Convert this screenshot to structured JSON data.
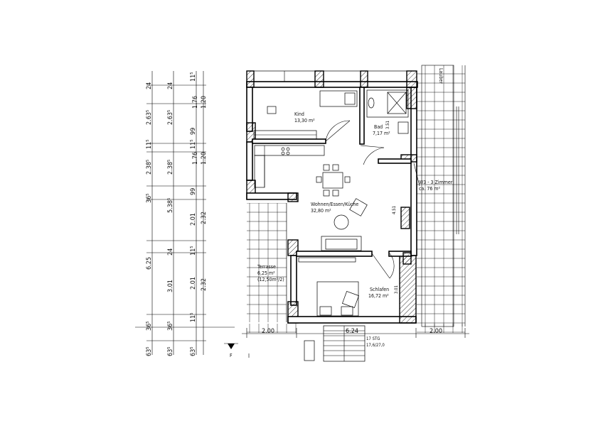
{
  "rooms": {
    "kind": {
      "name": "Kind",
      "area": "13,30 m²"
    },
    "bad": {
      "name": "Bad",
      "area": "7,17 m²"
    },
    "wohnen": {
      "name": "Wohnen/Essen/Küche",
      "area": "32,80 m²"
    },
    "schlafen": {
      "name": "Schlafen",
      "area": "16,72 m²"
    },
    "terrasse": {
      "name": "Terrasse",
      "area1": "6,25 m²",
      "area2": "(12,50m²/2)"
    },
    "unit": {
      "name": "W3 - 3 Zimmer",
      "area": "ca. 76 m²"
    },
    "laubengang": {
      "name": "Lauber"
    }
  },
  "stairs": {
    "line1": "17 STG",
    "line2": "17,6/27,0"
  },
  "dims_bottom": [
    "2.00",
    "6.24",
    "2.00"
  ],
  "dims_inner": [
    "3.51",
    "4.51",
    "3.01"
  ],
  "dims_col1": [
    "24",
    "2.63⁵",
    "11⁵",
    "2.38⁵",
    "36⁵",
    "6.25",
    "36⁵",
    "63⁵"
  ],
  "dims_col2": [
    "24",
    "2.63⁵",
    "11⁵",
    "2.38⁵",
    "5.38⁵",
    "24",
    "3.01",
    "36⁵",
    "63⁵"
  ],
  "dims_col3a": [
    "11⁵",
    "99",
    "11⁵",
    "99",
    "2.01",
    "11⁵",
    "2.01",
    "11⁵",
    "63⁵"
  ],
  "dims_col3b": [
    "1.76",
    "1.20",
    "1.76",
    "1.20",
    "2.32",
    "2.32"
  ],
  "section_mark": "F"
}
